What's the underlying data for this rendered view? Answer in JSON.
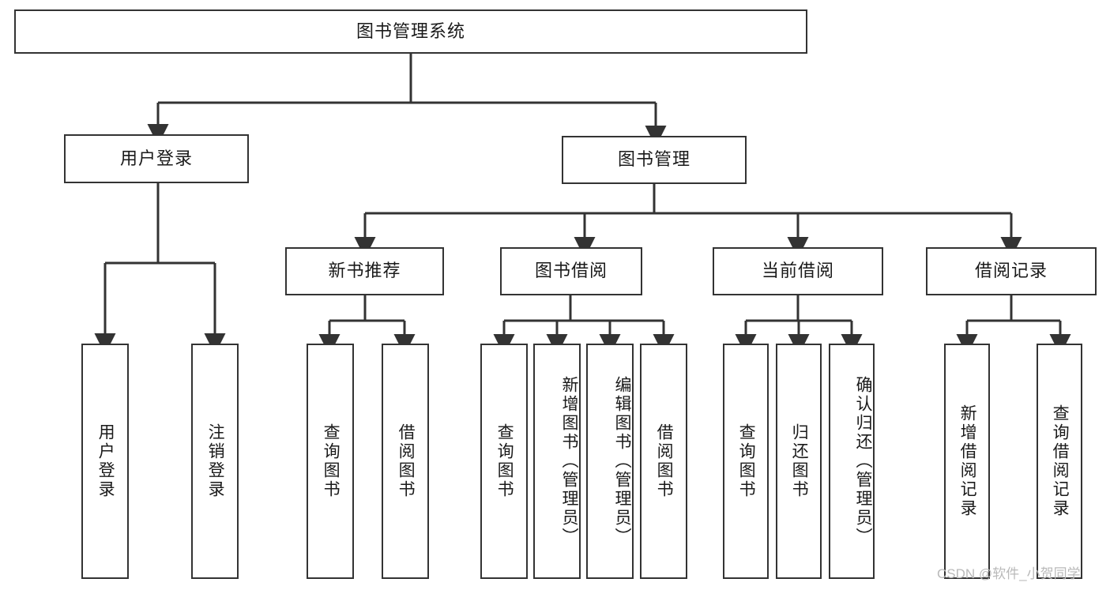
{
  "diagram": {
    "title": "图书管理系统",
    "type": "tree-hierarchy",
    "root": {
      "label": "图书管理系统"
    },
    "level1": [
      {
        "id": "user-login",
        "label": "用户登录"
      },
      {
        "id": "book-manage",
        "label": "图书管理"
      }
    ],
    "level2": [
      {
        "id": "new-book-recommend",
        "label": "新书推荐",
        "parent": "book-manage"
      },
      {
        "id": "book-borrow",
        "label": "图书借阅",
        "parent": "book-manage"
      },
      {
        "id": "current-borrow",
        "label": "当前借阅",
        "parent": "book-manage"
      },
      {
        "id": "borrow-record",
        "label": "借阅记录",
        "parent": "book-manage"
      }
    ],
    "leaves": {
      "user-login": [
        {
          "id": "leaf-user-login",
          "label": "用户登录"
        },
        {
          "id": "leaf-user-logout",
          "label": "注销登录"
        }
      ],
      "new-book-recommend": [
        {
          "id": "leaf-query-book-1",
          "label": "查询图书"
        },
        {
          "id": "leaf-borrow-book-1",
          "label": "借阅图书"
        }
      ],
      "book-borrow": [
        {
          "id": "leaf-query-book-2",
          "label": "查询图书"
        },
        {
          "id": "leaf-add-book-admin",
          "label": "新增图书（管理员）"
        },
        {
          "id": "leaf-edit-book-admin",
          "label": "编辑图书（管理员）"
        },
        {
          "id": "leaf-borrow-book-2",
          "label": "借阅图书"
        }
      ],
      "current-borrow": [
        {
          "id": "leaf-query-book-3",
          "label": "查询图书"
        },
        {
          "id": "leaf-return-book",
          "label": "归还图书"
        },
        {
          "id": "leaf-confirm-return-admin",
          "label": "确认归还（管理员）"
        }
      ],
      "borrow-record": [
        {
          "id": "leaf-add-borrow-record",
          "label": "新增借阅记录"
        },
        {
          "id": "leaf-query-borrow-record",
          "label": "查询借阅记录"
        }
      ]
    }
  },
  "watermark": {
    "text": "CSDN @软件_小贺同学"
  },
  "colors": {
    "box_border": "#333333",
    "box_fill": "#ffffff",
    "text": "#1a1a1a",
    "connector": "#333333",
    "watermark": "#b9b9b9"
  }
}
